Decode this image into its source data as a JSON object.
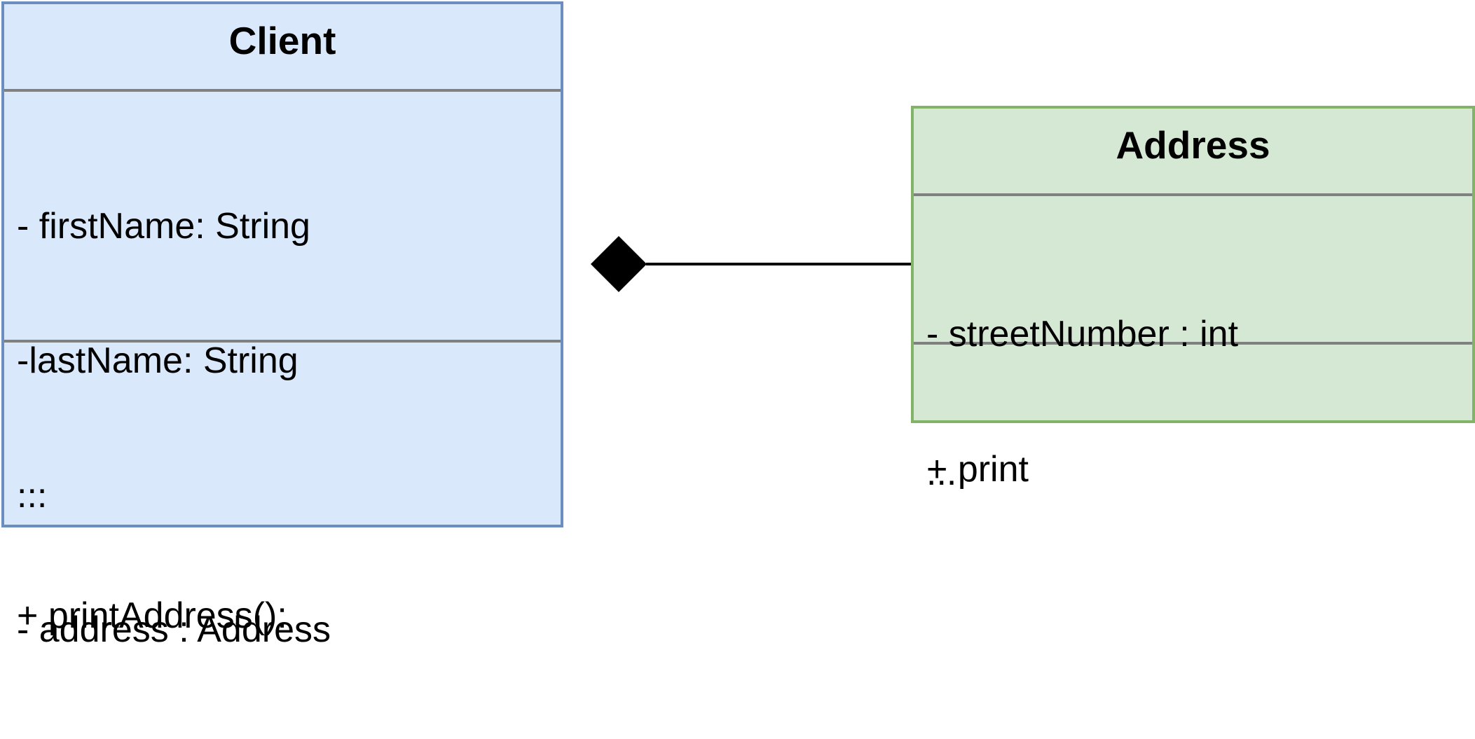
{
  "diagram": {
    "classes": [
      {
        "id": "client",
        "name": "Client",
        "fill": "#dae8fc",
        "stroke": "#6c8ebf",
        "attributes": [
          "- firstName: String",
          "-lastName: String",
          "...",
          "- address : Address"
        ],
        "operations": [
          "...",
          "+ printAddress():"
        ]
      },
      {
        "id": "address",
        "name": "Address",
        "fill": "#d5e8d4",
        "stroke": "#82b366",
        "attributes": [
          "- streetNumber : int",
          "..."
        ],
        "operations": [
          "+ print"
        ]
      }
    ],
    "relationships": [
      {
        "type": "composition",
        "whole": "client",
        "part": "address",
        "marker": "filled-diamond",
        "line_color": "#000000"
      }
    ]
  }
}
